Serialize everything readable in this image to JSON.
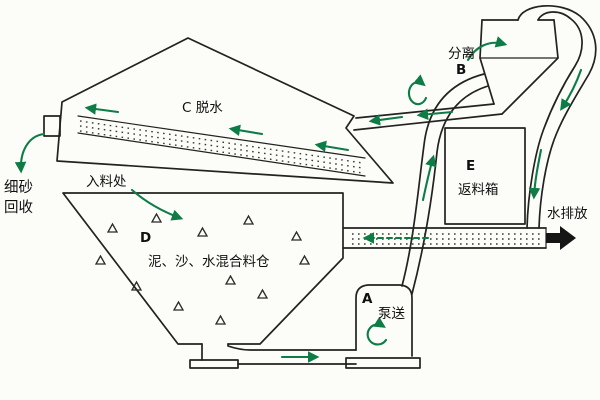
{
  "diagram": {
    "colors": {
      "line": "#222220",
      "flow": "#0e7c45",
      "ink": "#101010",
      "background": "#fcfcf9"
    },
    "labels": {
      "separator_name": "分离",
      "separator_id": "B",
      "dewatering_name": "C 脱水",
      "fine_sand_line1": "细砂",
      "fine_sand_line2": "回收",
      "feed_inlet": "入料处",
      "hopper_id": "D",
      "hopper_name": "泥、沙、水混合料仓",
      "return_box_id": "E",
      "return_box_name": "返料箱",
      "water_discharge": "水排放",
      "pump_id": "A",
      "pump_name": "泵送"
    }
  }
}
